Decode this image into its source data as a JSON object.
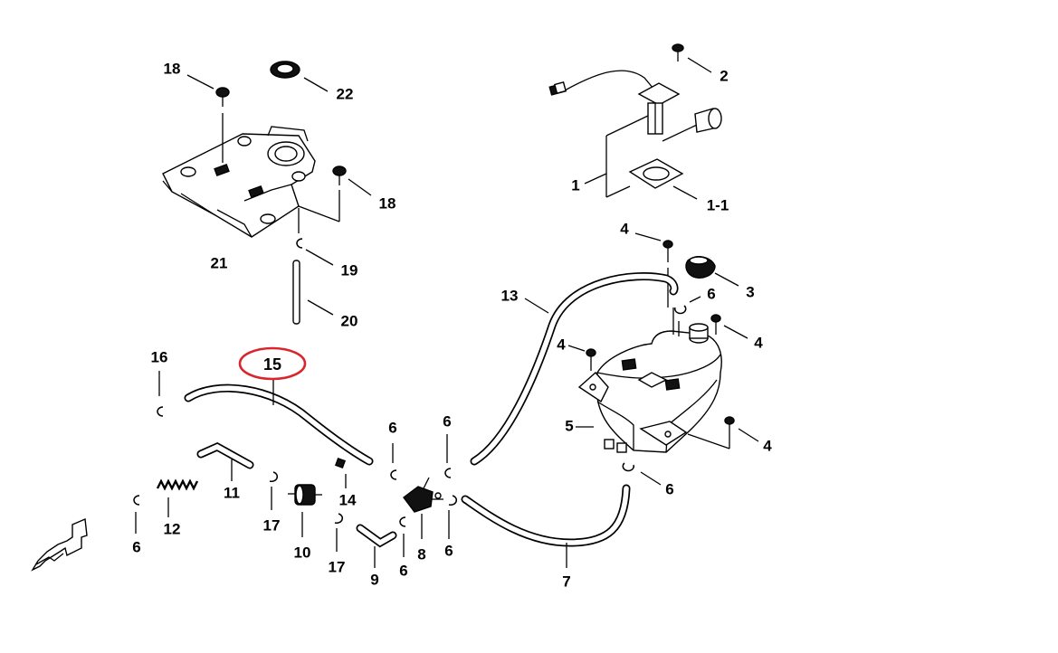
{
  "diagram": {
    "labels": {
      "p1": "1",
      "p1_1": "1-1",
      "p2": "2",
      "p3": "3",
      "p4a": "4",
      "p4b": "4",
      "p4c": "4",
      "p4d": "4",
      "p5": "5",
      "p6a": "6",
      "p6b": "6",
      "p6c": "6",
      "p6d": "6",
      "p6e": "6",
      "p6f": "6",
      "p6g": "6",
      "p7": "7",
      "p8": "8",
      "p9": "9",
      "p10": "10",
      "p11": "11",
      "p12": "12",
      "p13": "13",
      "p14": "14",
      "p15": "15",
      "p16": "16",
      "p17a": "17",
      "p17b": "17",
      "p18a": "18",
      "p18b": "18",
      "p19": "19",
      "p20": "20",
      "p21": "21",
      "p22": "22"
    },
    "highlight_color": "#d9252b"
  }
}
